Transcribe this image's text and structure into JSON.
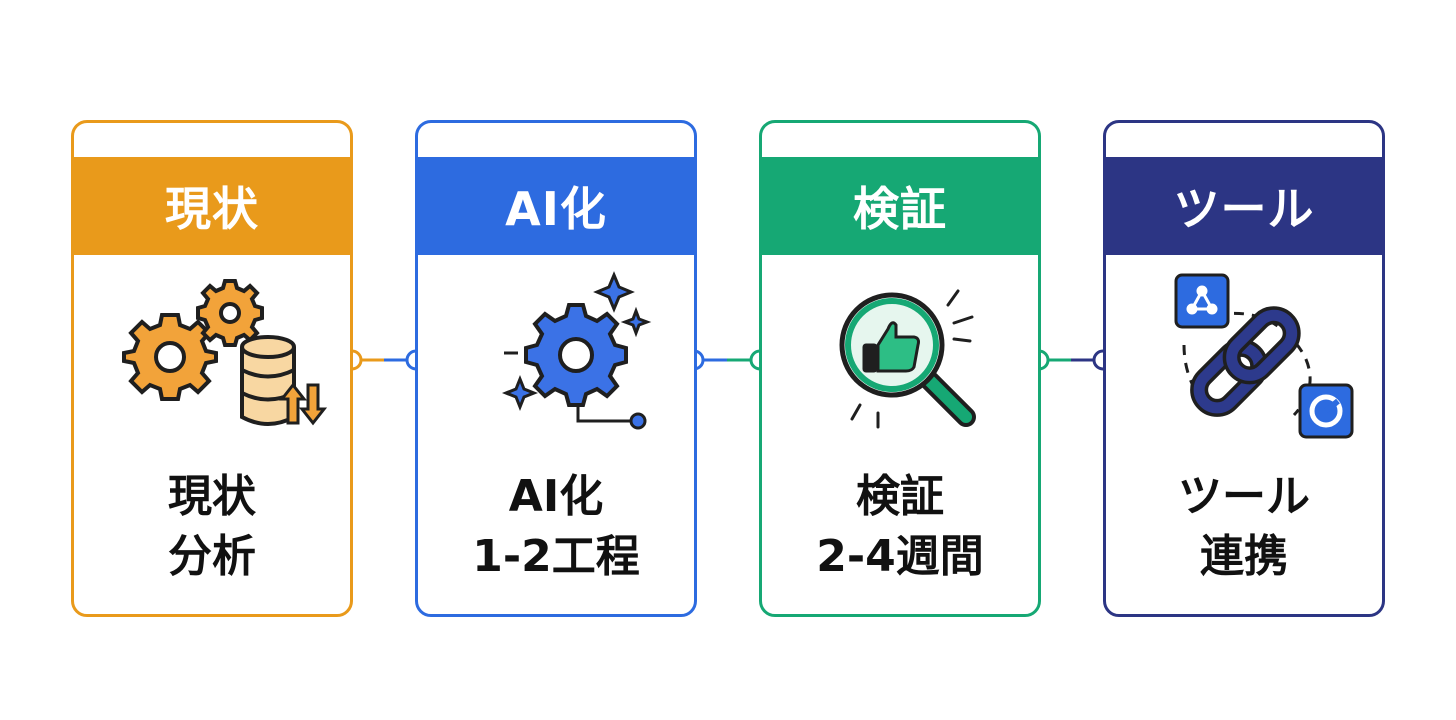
{
  "colors": {
    "step1": "#E99A1B",
    "step2": "#2D6BE0",
    "step3": "#16A874",
    "step4": "#2C3584"
  },
  "steps": [
    {
      "title": "現状",
      "label_line1": "現状",
      "label_line2": "分析",
      "icon": "gears-database-icon"
    },
    {
      "title": "AI化",
      "label_line1": "AI化",
      "label_line2": "1-2工程",
      "icon": "ai-gear-sparkle-icon"
    },
    {
      "title": "検証",
      "label_line1": "検証",
      "label_line2": "2-4週間",
      "icon": "magnifier-thumbs-up-icon"
    },
    {
      "title": "ツール",
      "label_line1": "ツール",
      "label_line2": "連携",
      "icon": "chain-link-apps-icon"
    }
  ]
}
